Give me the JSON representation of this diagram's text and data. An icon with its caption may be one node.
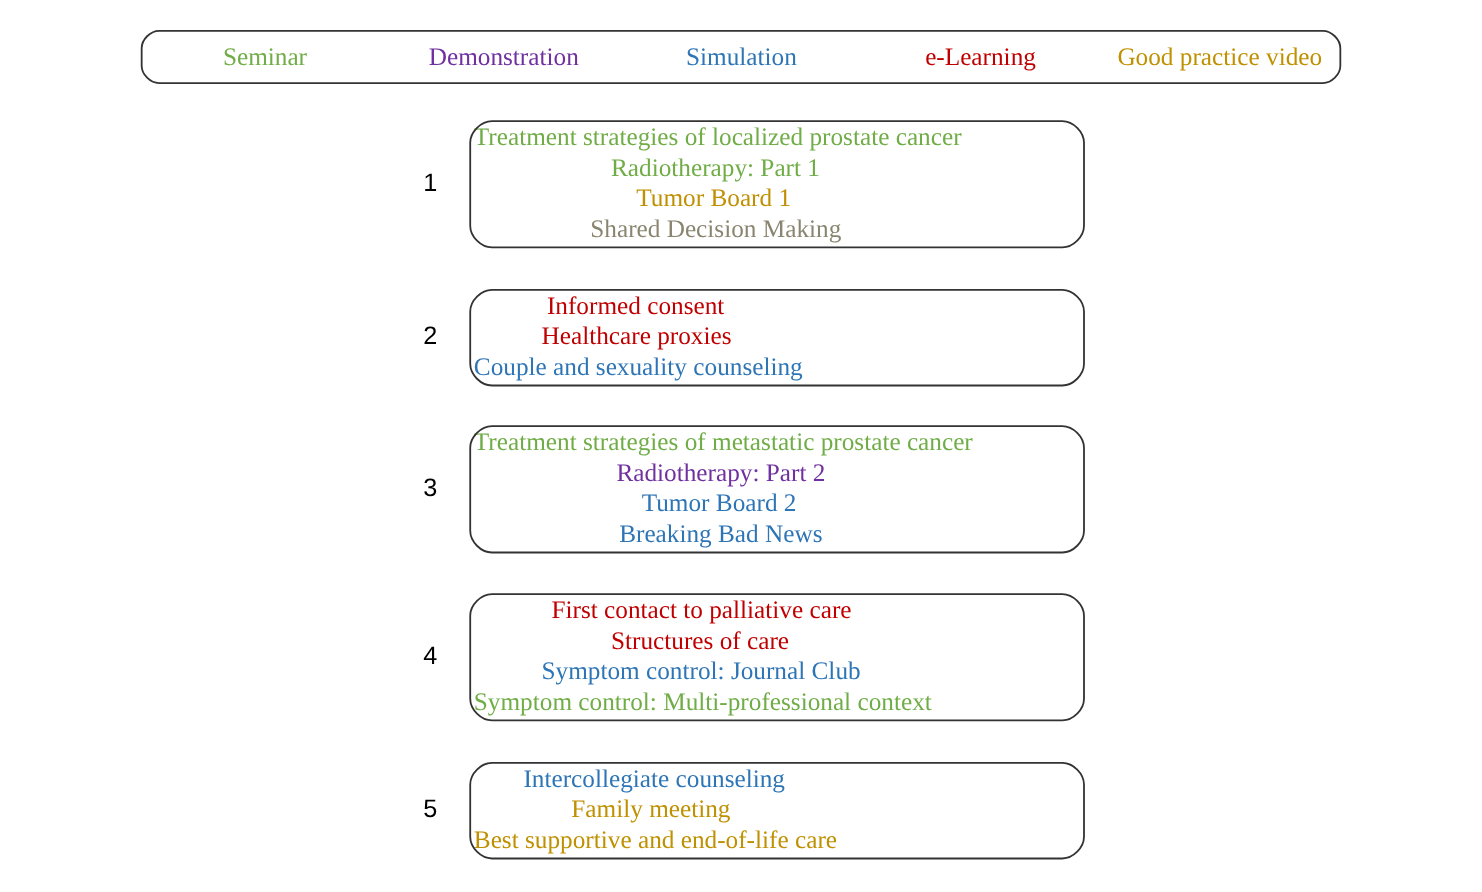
{
  "diagram": {
    "nodes": [
      {
        "text": [
          "Treatment strategies of localized prostate cancer",
          "Radiotherapy: Part 1",
          "Tumor Board 1",
          "Shared Decision Making"
        ],
        "beside": [
          "1"
        ]
      },
      {
        "text": [
          "Informed consent",
          "Healthcare proxies",
          "Couple and sexuality counseling"
        ],
        "beside": [
          "2"
        ]
      },
      {
        "text": [
          "Treatment strategies of metastatic prostate cancer",
          "Radiotherapy: Part 2",
          "Tumor Board 2",
          "Breaking Bad News"
        ],
        "beside": [
          "3"
        ]
      },
      {
        "text": [
          "First contact to palliative care",
          "Structures of care",
          "Symptom control: Journal Club",
          "Symptom control: Multi-professional context"
        ],
        "beside": [
          "4"
        ]
      },
      {
        "text": [
          "Intercollegiate counseling",
          "Family meeting",
          "Best supportive and end-of-life care"
        ],
        "beside": [
          "5"
        ]
      }
    ],
    "edges": [],
    "legend": [
      {
        "text": "Seminar",
        "color": "#70ad47"
      },
      {
        "text": "Demonstration",
        "color": "#7030a0"
      },
      {
        "text": "Simulation",
        "color": "#2e75b6"
      },
      {
        "text": "e-Learning",
        "color": "#c00000"
      },
      {
        "text": "Good practice video",
        "color": "#bf9000"
      }
    ]
  }
}
